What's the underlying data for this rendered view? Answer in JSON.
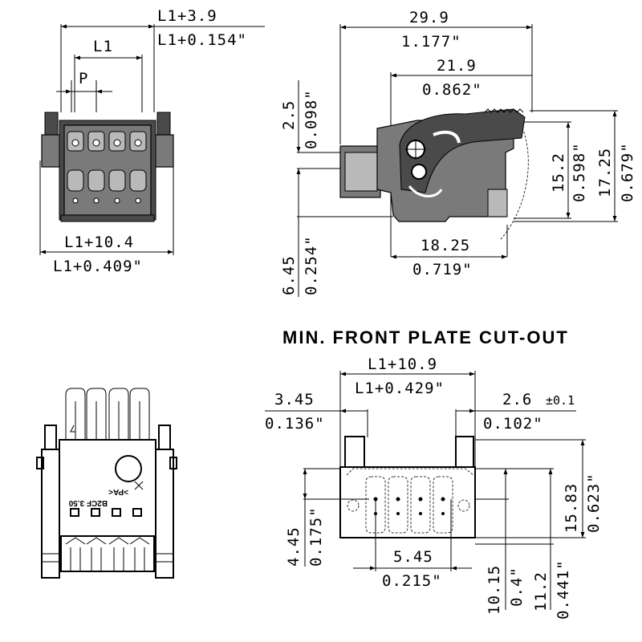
{
  "title": "MIN. FRONT PLATE CUT-OUT",
  "part_label": "B2CF 3.50",
  "brand_mark": ">PA<",
  "top_left": {
    "dim_width_mm": "L1+3.9",
    "dim_width_in": "L1+0.154\"",
    "dim_l1": "L1",
    "dim_pitch": "P",
    "dim_total_mm": "L1+10.4",
    "dim_total_in": "L1+0.409\""
  },
  "side_view": {
    "dim_len_mm": "29.9",
    "dim_len_in": "1.177\"",
    "dim_body_mm": "21.9",
    "dim_body_in": "0.862\"",
    "dim_top_mm": "2.5",
    "dim_top_in": "0.098\"",
    "dim_h1_mm": "15.2",
    "dim_h1_in": "0.598\"",
    "dim_h2_mm": "17.25",
    "dim_h2_in": "0.679\"",
    "dim_base_mm": "18.25",
    "dim_base_in": "0.719\"",
    "dim_below_mm": "6.45",
    "dim_below_in": "0.254\""
  },
  "cutout": {
    "dim_width_mm": "L1+10.9",
    "dim_width_in": "L1+0.429\"",
    "dim_left_mm": "3.45",
    "dim_left_in": "0.136\"",
    "dim_right_mm": "2.6",
    "dim_right_tol": "±0.1",
    "dim_right_in": "0.102\"",
    "dim_height_mm": "15.83",
    "dim_height_in": "0.623\"",
    "dim_offset_mm": "4.45",
    "dim_offset_in": "0.175\"",
    "dim_pin_mm": "5.45",
    "dim_pin_in": "0.215\"",
    "dim_lower1_mm": "10.15",
    "dim_lower1_in": "0.4\"",
    "dim_lower2_mm": "11.2",
    "dim_lower2_in": "0.441\""
  }
}
